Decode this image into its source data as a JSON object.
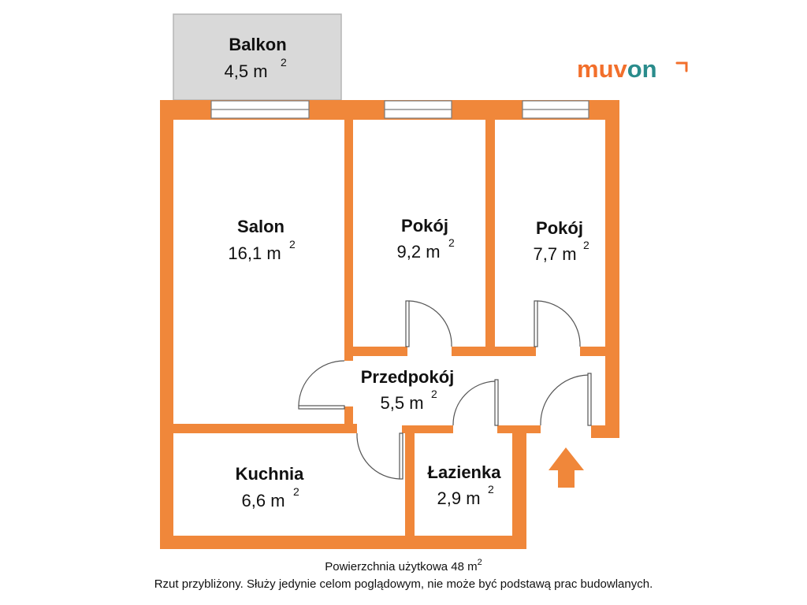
{
  "brand": {
    "logo_text_dark": "muv",
    "logo_text_accent": "on",
    "dark_color": "#f26f2b",
    "accent_color": "#2a8c8c"
  },
  "colors": {
    "wall": "#f0873a",
    "wall_dark": "#e87a2c",
    "balcony": "#d9d9d9",
    "balcony_border": "#b5b5b5",
    "window_line": "#7a7a7a",
    "entrance_arrow": "#f0873a"
  },
  "area_unit": "m",
  "area_exponent": "2",
  "rooms": {
    "balkon": {
      "name": "Balkon",
      "area": "4,5"
    },
    "salon": {
      "name": "Salon",
      "area": "16,1"
    },
    "pokoj1": {
      "name": "Pokój",
      "area": "9,2"
    },
    "pokoj2": {
      "name": "Pokój",
      "area": "7,7"
    },
    "przedpokoj": {
      "name": "Przedpokój",
      "area": "5,5"
    },
    "kuchnia": {
      "name": "Kuchnia",
      "area": "6,6"
    },
    "lazienka": {
      "name": "Łazienka",
      "area": "2,9"
    }
  },
  "footer": {
    "total_label": "Powierzchnia użytkowa 48 m",
    "total_exponent": "2",
    "disclaimer": "Rzut przybliżony. Służy jedynie celom poglądowym, nie może być podstawą prac budowlanych."
  },
  "icons": {
    "entrance": "entrance-arrow-icon",
    "logo_mark": "logo-corner-arrow-icon"
  }
}
